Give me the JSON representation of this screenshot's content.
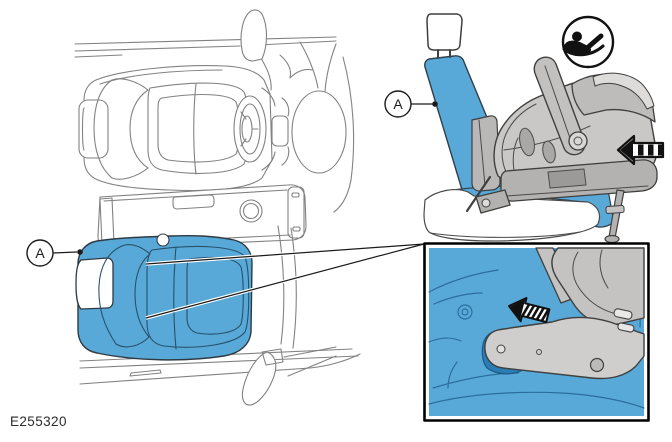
{
  "figure": {
    "reference_code": "E255320",
    "top_view": {
      "callout_label": "A"
    },
    "side_view": {
      "callout_label": "A"
    },
    "icons": {
      "child_seat_badge": "rear-facing-infant-seat-pictogram",
      "side_push_arrow": "push-left-arrow",
      "inset_push_arrow": "push-left-arrow"
    },
    "colors": {
      "highlight_blue": "#58A9D8",
      "dark_blue": "#2B7CB5",
      "sketch_line_blue": "#2B6E9C",
      "outline_gray": "#808080",
      "dark_outline": "#3A3A3A",
      "carrier_gray": "#C9C8C6",
      "ink": "#111111",
      "background": "#FFFFFF"
    }
  }
}
